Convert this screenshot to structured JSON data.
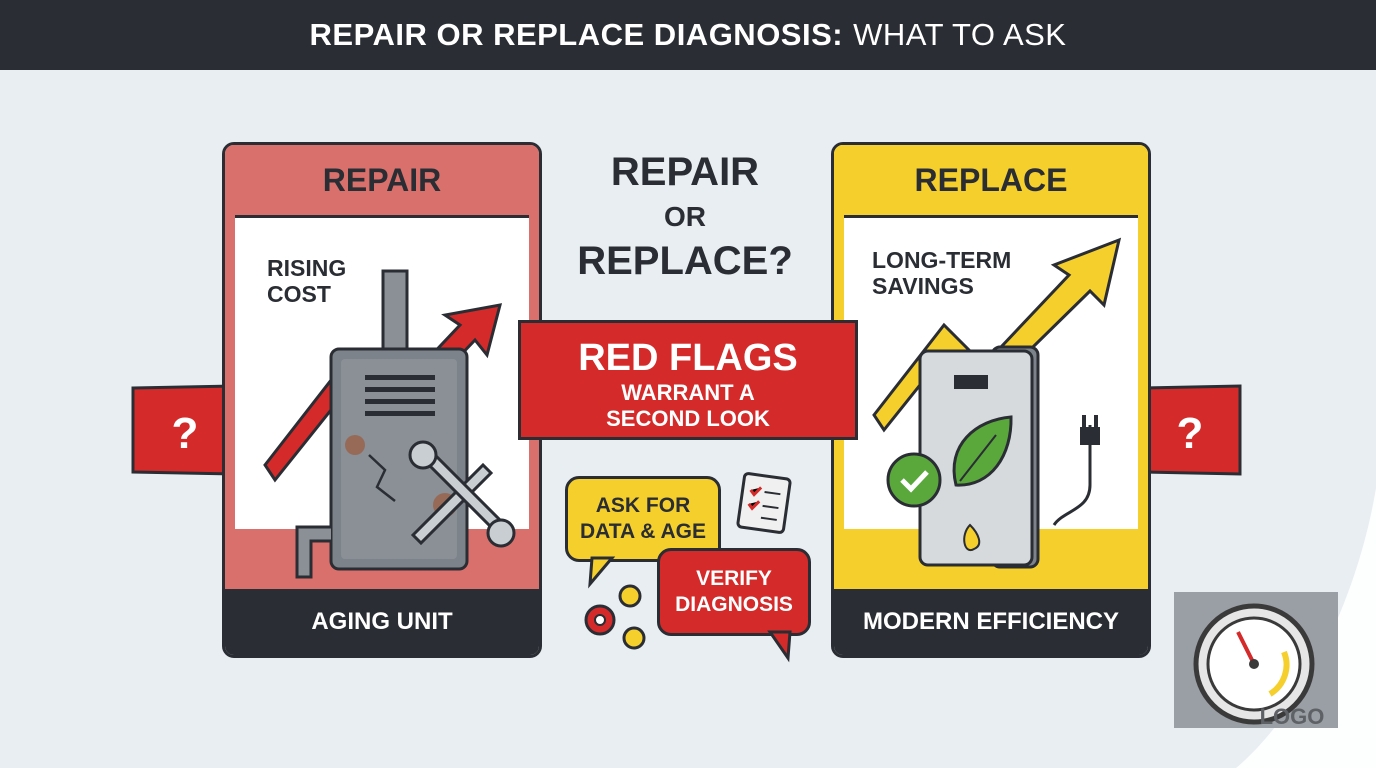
{
  "header": {
    "title_bold": "REPAIR OR REPLACE DIAGNOSIS:",
    "title_light": "WHAT TO ASK"
  },
  "repair_card": {
    "heading": "REPAIR",
    "label_top": [
      "RISING",
      "COST"
    ],
    "footer": "AGING UNIT"
  },
  "replace_card": {
    "heading": "REPLACE",
    "label_top": [
      "LONG-TERM",
      "SAVINGS"
    ],
    "footer": "MODERN EFFICIENCY"
  },
  "center": {
    "question": [
      "REPAIR",
      "OR",
      "REPLACE?"
    ],
    "banner_main": "RED FLAGS",
    "banner_sub": [
      "WARRANT A",
      "SECOND LOOK"
    ],
    "bubble_ask": [
      "ASK FOR",
      "DATA & AGE"
    ],
    "bubble_verify": [
      "VERIFY",
      "DIAGNOSIS"
    ]
  },
  "flags": {
    "left_symbol": "?",
    "right_symbol": "?"
  },
  "logo": {
    "text": "LOGO"
  },
  "colors": {
    "dark": "#2a2d33",
    "red": "#d42a2a",
    "salmon": "#d9706c",
    "yellow": "#f5cf2c",
    "green": "#5aa83c"
  },
  "icons": [
    "rising-arrow-icon",
    "furnace-icon",
    "wrench-icon",
    "water-heater-icon",
    "leaf-icon",
    "checkmark-badge-icon",
    "plug-icon",
    "clipboard-icon",
    "gears-icon",
    "question-flag-icon",
    "gauge-logo-icon"
  ]
}
